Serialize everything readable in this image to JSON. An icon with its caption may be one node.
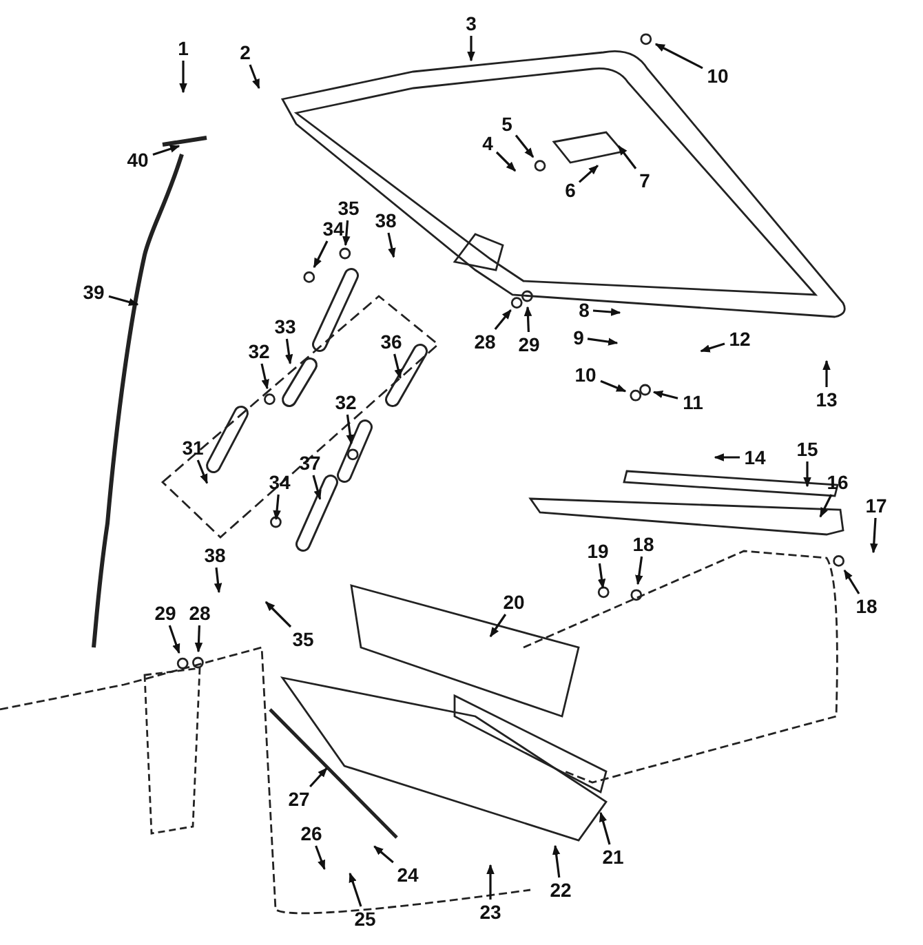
{
  "diagram": {
    "nodes": [
      {
        "text": [
          "3"
        ]
      },
      {
        "text": [
          "1"
        ]
      },
      {
        "text": [
          "2"
        ]
      },
      {
        "text": [
          "10"
        ]
      },
      {
        "text": [
          "5"
        ]
      },
      {
        "text": [
          "4"
        ]
      },
      {
        "text": [
          "40"
        ]
      },
      {
        "text": [
          "7"
        ]
      },
      {
        "text": [
          "6"
        ]
      },
      {
        "text": [
          "35"
        ]
      },
      {
        "text": [
          "38"
        ]
      },
      {
        "text": [
          "34"
        ]
      },
      {
        "text": [
          "39"
        ]
      },
      {
        "text": [
          "8"
        ]
      },
      {
        "text": [
          "33"
        ]
      },
      {
        "text": [
          "9"
        ]
      },
      {
        "text": [
          "12"
        ]
      },
      {
        "text": [
          "28"
        ]
      },
      {
        "text": [
          "29"
        ]
      },
      {
        "text": [
          "36"
        ]
      },
      {
        "text": [
          "32"
        ]
      },
      {
        "text": [
          "10"
        ]
      },
      {
        "text": [
          "11"
        ]
      },
      {
        "text": [
          "13"
        ]
      },
      {
        "text": [
          "32"
        ]
      },
      {
        "text": [
          "31"
        ]
      },
      {
        "text": [
          "14"
        ]
      },
      {
        "text": [
          "15"
        ]
      },
      {
        "text": [
          "37"
        ]
      },
      {
        "text": [
          "16"
        ]
      },
      {
        "text": [
          "34"
        ]
      },
      {
        "text": [
          "17"
        ]
      },
      {
        "text": [
          "38"
        ]
      },
      {
        "text": [
          "18"
        ]
      },
      {
        "text": [
          "19"
        ]
      },
      {
        "text": [
          "20"
        ]
      },
      {
        "text": [
          "18"
        ]
      },
      {
        "text": [
          "29"
        ]
      },
      {
        "text": [
          "28"
        ]
      },
      {
        "text": [
          "35"
        ]
      },
      {
        "text": [
          "27"
        ]
      },
      {
        "text": [
          "26"
        ]
      },
      {
        "text": [
          "21"
        ]
      },
      {
        "text": [
          "24"
        ]
      },
      {
        "text": [
          "22"
        ]
      },
      {
        "text": [
          "23"
        ]
      },
      {
        "text": [
          "25"
        ]
      }
    ],
    "edges": [
      {
        "from": 0,
        "to": null,
        "arrow": "to"
      },
      {
        "from": 1,
        "to": null,
        "arrow": "to"
      },
      {
        "from": 2,
        "to": null,
        "arrow": "to"
      },
      {
        "from": 3,
        "to": null,
        "arrow": "to"
      },
      {
        "from": 4,
        "to": null,
        "arrow": "to"
      },
      {
        "from": 5,
        "to": null,
        "arrow": "to"
      },
      {
        "from": 6,
        "to": null,
        "arrow": "to"
      },
      {
        "from": 7,
        "to": null,
        "arrow": "to"
      },
      {
        "from": 8,
        "to": null,
        "arrow": "to"
      },
      {
        "from": 9,
        "to": null,
        "arrow": "to"
      },
      {
        "from": 10,
        "to": null,
        "arrow": "to"
      },
      {
        "from": 11,
        "to": null,
        "arrow": "to"
      },
      {
        "from": 12,
        "to": null,
        "arrow": "to"
      },
      {
        "from": 13,
        "to": null,
        "arrow": "to"
      },
      {
        "from": 14,
        "to": null,
        "arrow": "to"
      },
      {
        "from": 15,
        "to": null,
        "arrow": "to"
      },
      {
        "from": 16,
        "to": null,
        "arrow": "to"
      },
      {
        "from": 17,
        "to": null,
        "arrow": "to"
      },
      {
        "from": 18,
        "to": null,
        "arrow": "to"
      },
      {
        "from": 19,
        "to": null,
        "arrow": "to"
      },
      {
        "from": 20,
        "to": null,
        "arrow": "to"
      },
      {
        "from": 21,
        "to": null,
        "arrow": "to"
      },
      {
        "from": 22,
        "to": null,
        "arrow": "to"
      },
      {
        "from": 23,
        "to": null,
        "arrow": "to"
      },
      {
        "from": 24,
        "to": null,
        "arrow": "to"
      },
      {
        "from": 25,
        "to": null,
        "arrow": "to"
      },
      {
        "from": 26,
        "to": null,
        "arrow": "to"
      },
      {
        "from": 27,
        "to": null,
        "arrow": "to"
      },
      {
        "from": 28,
        "to": null,
        "arrow": "to"
      },
      {
        "from": 29,
        "to": null,
        "arrow": "to"
      },
      {
        "from": 30,
        "to": null,
        "arrow": "to"
      },
      {
        "from": 31,
        "to": null,
        "arrow": "to"
      },
      {
        "from": 32,
        "to": null,
        "arrow": "to"
      },
      {
        "from": 33,
        "to": null,
        "arrow": "to"
      },
      {
        "from": 34,
        "to": null,
        "arrow": "to"
      },
      {
        "from": 35,
        "to": null,
        "arrow": "to"
      },
      {
        "from": 36,
        "to": null,
        "arrow": "to"
      },
      {
        "from": 37,
        "to": null,
        "arrow": "to"
      },
      {
        "from": 38,
        "to": null,
        "arrow": "to"
      },
      {
        "from": 39,
        "to": null,
        "arrow": "to"
      },
      {
        "from": 40,
        "to": null,
        "arrow": "to"
      },
      {
        "from": 41,
        "to": null,
        "arrow": "to"
      },
      {
        "from": 42,
        "to": null,
        "arrow": "to"
      },
      {
        "from": 43,
        "to": null,
        "arrow": "to"
      },
      {
        "from": 44,
        "to": null,
        "arrow": "to"
      },
      {
        "from": 45,
        "to": null,
        "arrow": "to"
      },
      {
        "from": 46,
        "to": null,
        "arrow": "to"
      }
    ]
  }
}
